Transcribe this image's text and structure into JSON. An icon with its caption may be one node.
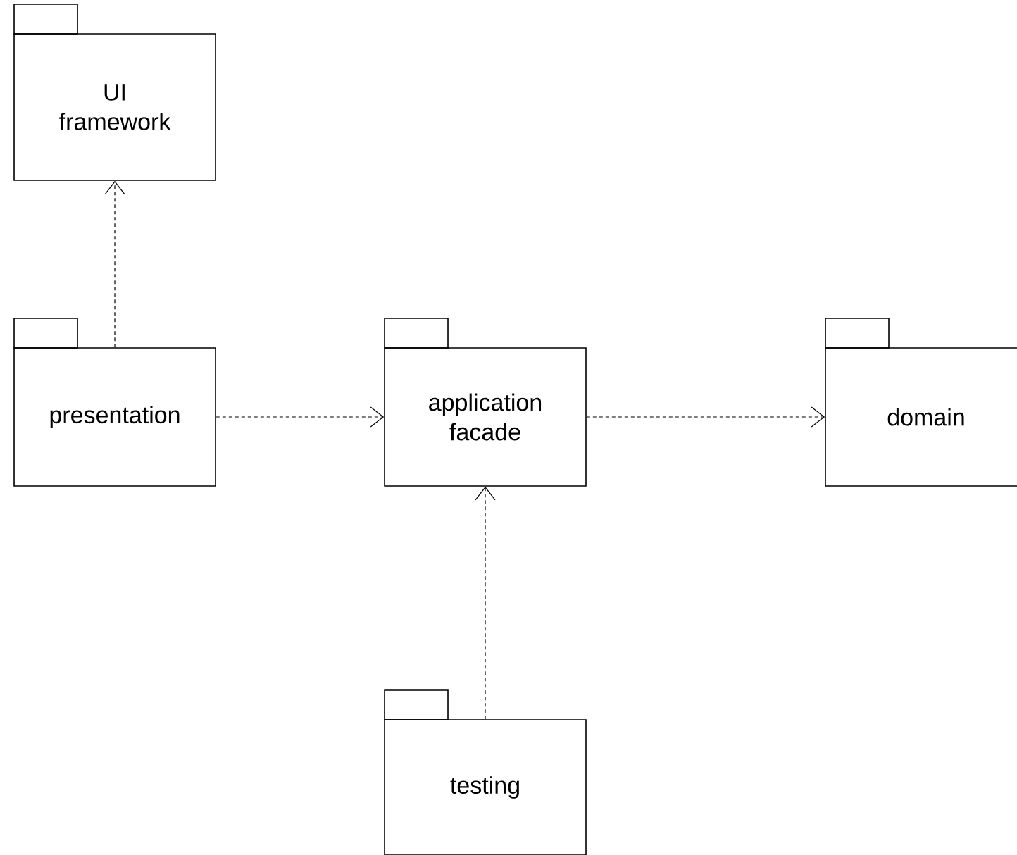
{
  "diagram": {
    "nodes": [
      {
        "text": [
          "UI framework"
        ]
      },
      {
        "text": [
          "presentation"
        ]
      },
      {
        "text": [
          "application facade"
        ]
      },
      {
        "text": [
          "domain"
        ]
      },
      {
        "text": [
          "testing"
        ]
      }
    ],
    "edges": [
      {
        "from": 1,
        "to": 0,
        "arrow": "to",
        "style": "dashed"
      },
      {
        "from": 1,
        "to": 2,
        "arrow": "to",
        "style": "dashed"
      },
      {
        "from": 2,
        "to": 3,
        "arrow": "to",
        "style": "dashed"
      },
      {
        "from": 4,
        "to": 2,
        "arrow": "to",
        "style": "dashed"
      }
    ]
  }
}
